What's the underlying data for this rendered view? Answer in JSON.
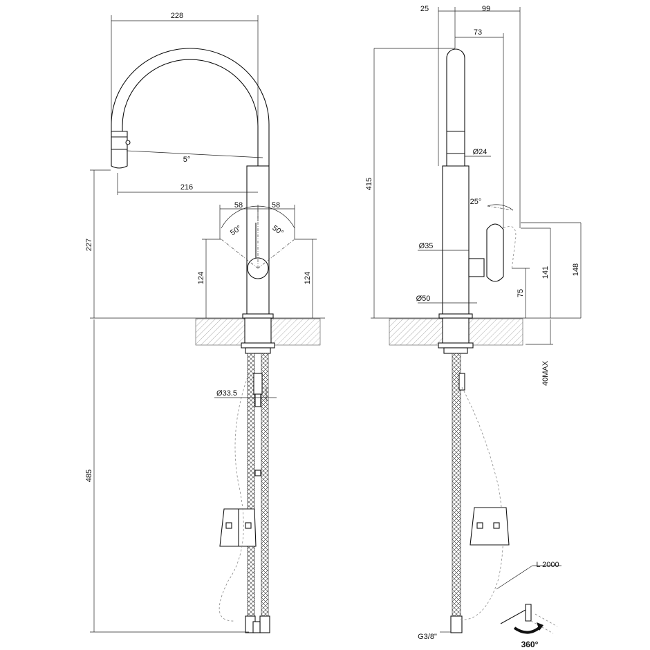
{
  "left_view": {
    "dims": {
      "overall_width": "228",
      "spout_width": "216",
      "spout_angle": "5°",
      "lever_offset_left": "58",
      "lever_offset_right": "58",
      "lever_angle_left": "50°",
      "lever_angle_right": "50°",
      "height_above_deck": "227",
      "lever_height_left": "124",
      "lever_height_right": "124",
      "hose_length": "485",
      "shank_diameter": "Ø33.5"
    }
  },
  "right_view": {
    "dims": {
      "top_offset": "25",
      "top_depth": "99",
      "spout_depth": "73",
      "body_height": "415",
      "spray_diameter": "Ø24",
      "handle_angle": "25°",
      "body_diameter_upper": "Ø35",
      "body_diameter_lower": "Ø50",
      "lever_height": "141",
      "lever_total_height": "148",
      "lever_base_height": "75",
      "deck_thickness": "40MAX",
      "hose_length": "L 2000",
      "connection": "G3/8\""
    },
    "rotation_label": "360°"
  }
}
